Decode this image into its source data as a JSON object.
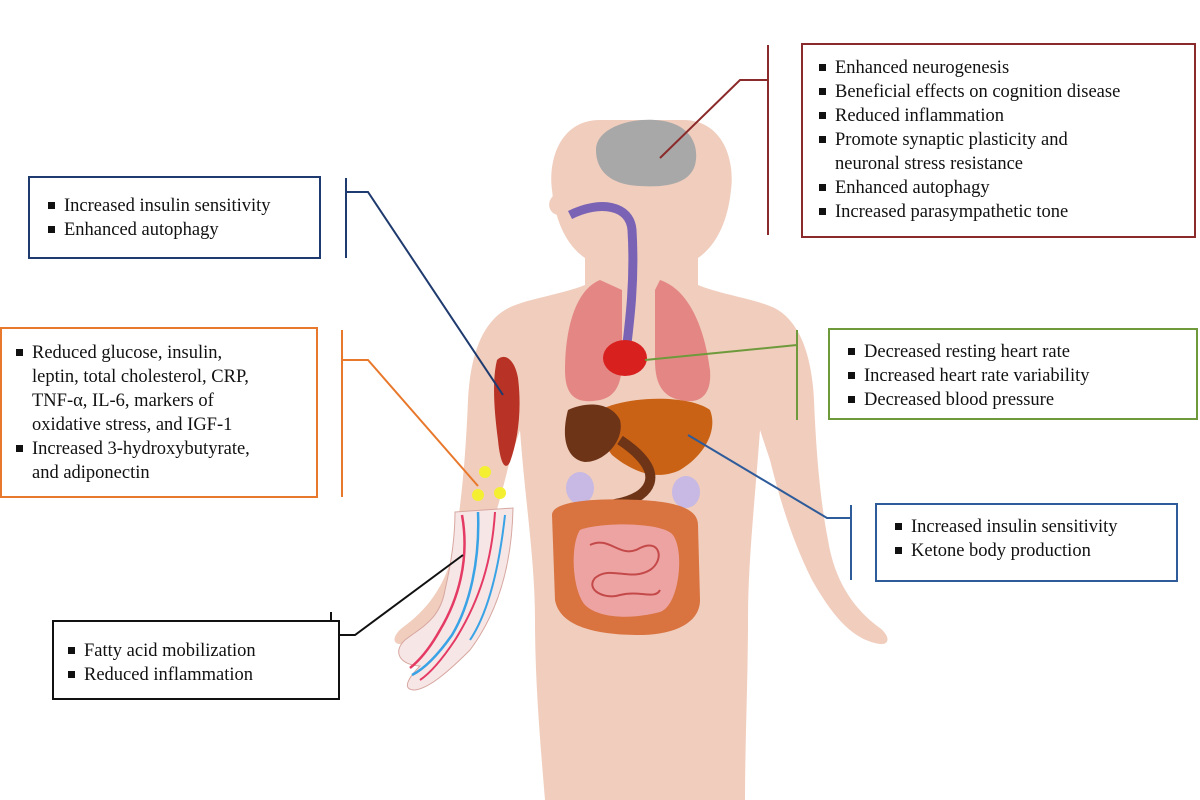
{
  "colors": {
    "brain": "#8b2a2a",
    "muscle": "#1f3a6e",
    "blood": "#e8782c",
    "heart": "#6e9a3c",
    "liver": "#2e5b9a",
    "adipose": "#111111",
    "skin": "#f0cdbd",
    "brain_organ": "#a8a8a8",
    "lungs": "#e27a7a",
    "heart_organ": "#d8201f",
    "liver_organ": "#c96214",
    "stomach": "#6e3418",
    "intestine": "#d9733f"
  },
  "callouts": {
    "brain": {
      "items": [
        "Enhanced neurogenesis",
        "Beneficial effects on cognition disease",
        "Reduced inflammation",
        "Promote synaptic plasticity and",
        "neuronal stress resistance",
        "Enhanced autophagy",
        "Increased parasympathetic tone"
      ]
    },
    "muscle": {
      "items": [
        "Increased insulin sensitivity",
        "Enhanced autophagy"
      ]
    },
    "blood": {
      "items": [
        "Reduced glucose, insulin,",
        "leptin, total cholesterol, CRP,",
        "TNF-α, IL-6, markers of",
        "oxidative stress, and IGF-1",
        "Increased 3-hydroxybutyrate,",
        "and adiponectin"
      ]
    },
    "heart": {
      "items": [
        "Decreased resting heart rate",
        "Increased heart rate variability",
        "Decreased blood pressure"
      ]
    },
    "liver": {
      "items": [
        "Increased insulin sensitivity",
        "Ketone body production"
      ]
    },
    "adipose": {
      "items": [
        "Fatty acid mobilization",
        "Reduced inflammation"
      ]
    }
  }
}
